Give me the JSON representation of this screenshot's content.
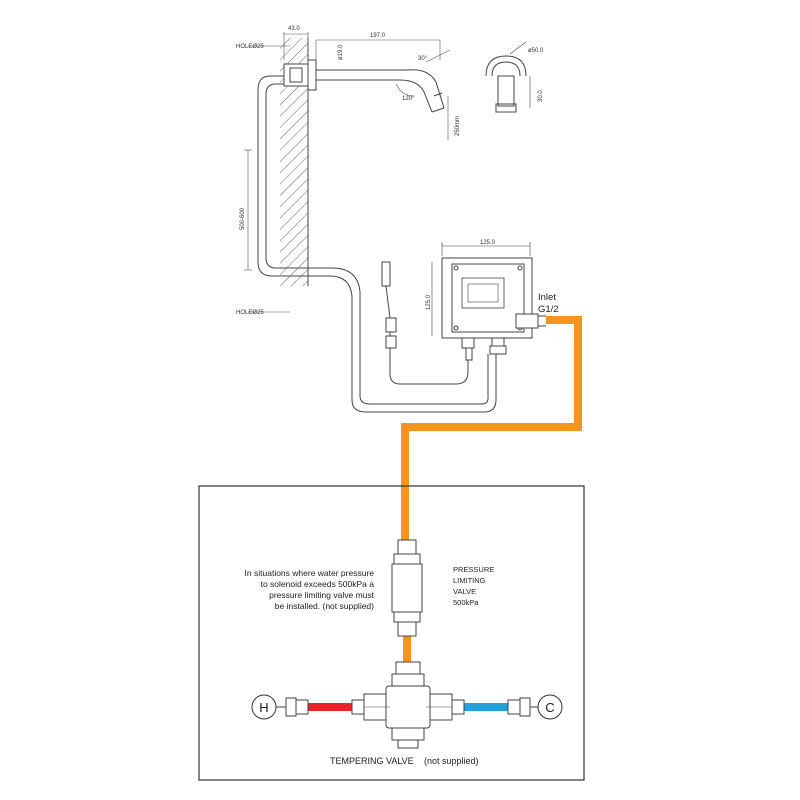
{
  "dimensions": {
    "wall_offset": "43.0",
    "spout_length": "197.0",
    "spout_diameter": "ø19.0",
    "spout_angle": "30°",
    "bend_angle": "120°",
    "flange_diameter": "ø50.0",
    "flange_depth": "30.0",
    "spout_height": "250mm",
    "height_range": "500-600",
    "hole_top": "HOLEØ25",
    "hole_bottom": "HOLEØ25",
    "box_width": "125.0",
    "box_height": "125.0"
  },
  "inlet": {
    "line1": "Inlet",
    "line2": "G1/2"
  },
  "note": {
    "lines": [
      "In situations where water pressure",
      "to solenoid exceeds 500kPa a",
      "pressure limiting valve must",
      "be installed. (not supplied)"
    ]
  },
  "pressure_valve": {
    "lines": [
      "PRESSURE",
      "LIMITING",
      "VALVE",
      "500kPa"
    ]
  },
  "hot_label": "H",
  "cold_label": "C",
  "tempering_valve": {
    "label": "TEMPERING VALVE",
    "note": "(not supplied)"
  },
  "colors": {
    "orange": "#f7941d",
    "red": "#e8262a",
    "blue": "#1fa3df",
    "line": "#444444"
  }
}
